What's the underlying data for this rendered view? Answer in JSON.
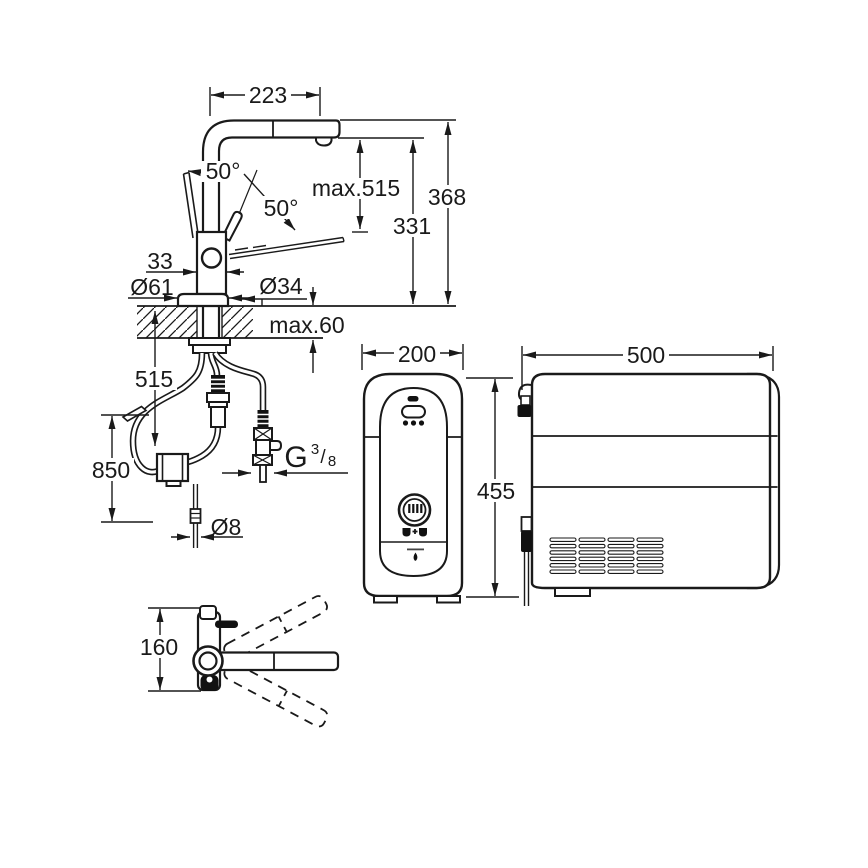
{
  "drawing_type": "technical-dimension-drawing",
  "colors": {
    "ink": "#1a1a1a",
    "background": "#ffffff"
  },
  "dimensions": {
    "faucet_front": {
      "spout_reach": "223",
      "handle_swing_left": "50°",
      "handle_swing_right": "50°",
      "hose_pullout": "max.515",
      "outlet_height": "331",
      "overall_height": "368",
      "body_width": "33",
      "base_dia": "Ø61",
      "shank_dia": "Ø34",
      "deck_thickness": "max.60",
      "supply_hose_length": "515",
      "filter_hose_length": "850",
      "thread_g": "G",
      "thread_num": "3",
      "thread_slash": "/",
      "thread_den": "8",
      "co2_hose_dia": "Ø8"
    },
    "faucet_top": {
      "swivel_depth": "160"
    },
    "cooler_front": {
      "width": "200",
      "height": "455"
    },
    "cooler_side": {
      "depth": "500"
    }
  }
}
